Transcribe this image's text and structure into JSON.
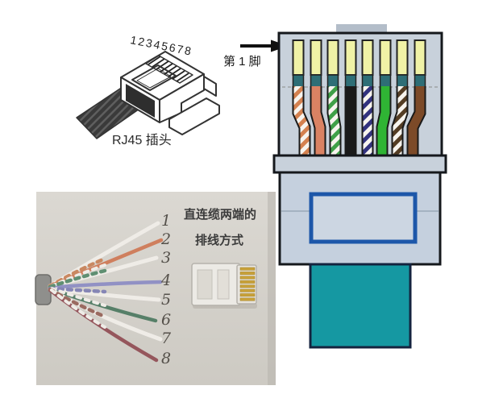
{
  "figure": {
    "topic": "RJ45 straight-through cable pinout diagram"
  },
  "plug_drawing": {
    "pin_numbers": "12345678",
    "caption": "RJ45 插头"
  },
  "jack": {
    "pin1_label": "第 1 脚",
    "pin_count": 8,
    "pins": [
      {
        "pin": 1,
        "wire": "white-orange",
        "hex": "#d4814f",
        "striped": true
      },
      {
        "pin": 2,
        "wire": "orange",
        "hex": "#da8263",
        "striped": false
      },
      {
        "pin": 3,
        "wire": "white-green",
        "hex": "#3fa047",
        "striped": true
      },
      {
        "pin": 4,
        "wire": "blue",
        "hex": "#4732c8",
        "striped": false
      },
      {
        "pin": 5,
        "wire": "white-blue",
        "hex": "#32327e",
        "striped": true
      },
      {
        "pin": 6,
        "wire": "green",
        "hex": "#2fb434",
        "striped": false
      },
      {
        "pin": 7,
        "wire": "white-brown",
        "hex": "#543d24",
        "striped": true
      },
      {
        "pin": 8,
        "wire": "brown",
        "hex": "#7c4a28",
        "striped": false
      }
    ],
    "colors": {
      "body": "#c8d1db",
      "top_tab": "#b3bdc9",
      "pin_contact": "#f0f2a6",
      "contact_base": "#2e6e76",
      "boot_outline": "#1d57a9",
      "cable": "#1598a2"
    }
  },
  "photo": {
    "caption_line1": "直连缆两端的",
    "caption_line2": "排线方式",
    "wire_numbers": [
      "1",
      "2",
      "3",
      "4",
      "5",
      "6",
      "7",
      "8"
    ]
  }
}
